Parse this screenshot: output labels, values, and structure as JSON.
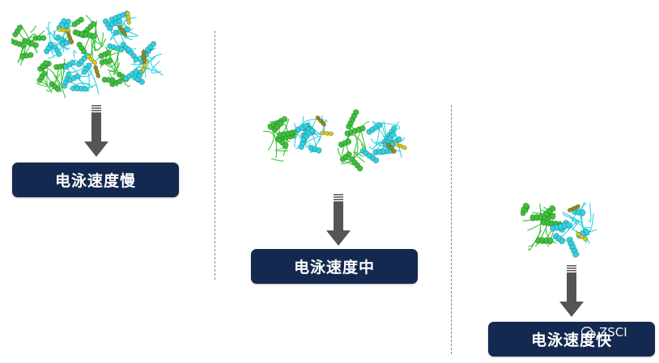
{
  "panels": [
    {
      "label": "电泳速度慢"
    },
    {
      "label": "电泳速度中"
    },
    {
      "label": "电泳速度快"
    }
  ],
  "watermark": {
    "text": "ZSCI",
    "icon": "wechat-icon"
  },
  "colors": {
    "label_bg": "#14294f",
    "label_text": "#ffffff",
    "arrow": "#555555",
    "helix_cyan": "#2fd2e0",
    "helix_green": "#3cc23a",
    "accent_yellow": "#d8c81e",
    "accent_olive": "#9a8a1c"
  }
}
